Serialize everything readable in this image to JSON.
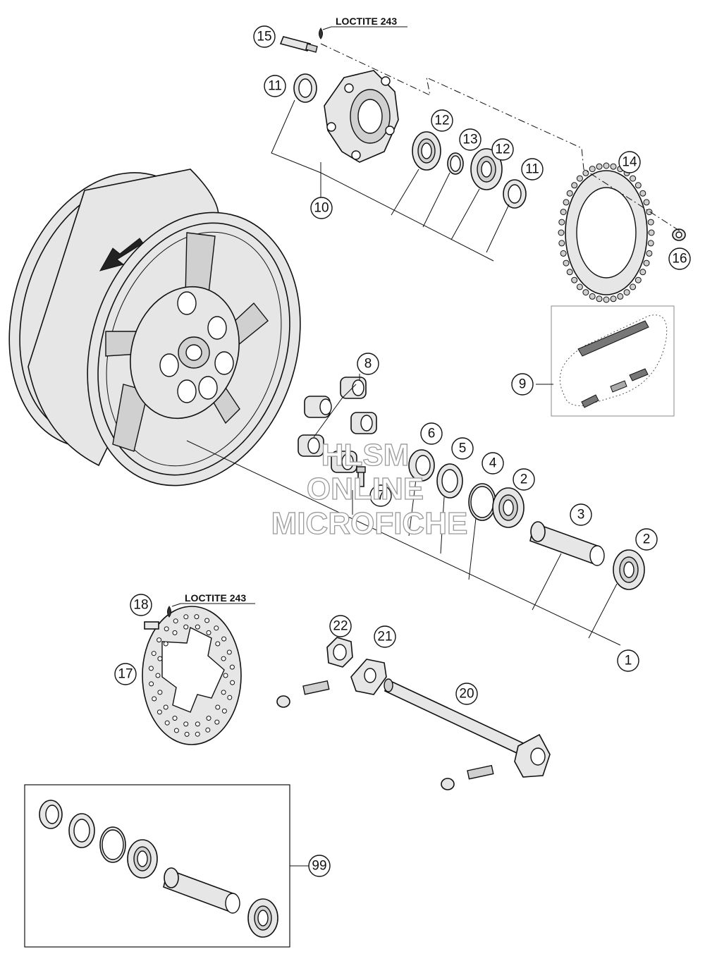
{
  "notes": {
    "loctite_top": "LOCTITE 243",
    "loctite_bottom": "LOCTITE 243"
  },
  "callouts": {
    "c1": "1",
    "c2a": "2",
    "c2b": "2",
    "c3": "3",
    "c4": "4",
    "c5": "5",
    "c6": "6",
    "c7": "7",
    "c8": "8",
    "c9": "9",
    "c10": "10",
    "c11a": "11",
    "c11b": "11",
    "c12a": "12",
    "c12b": "12",
    "c13": "13",
    "c14": "14",
    "c15": "15",
    "c16": "16",
    "c17": "17",
    "c18": "18",
    "c20": "20",
    "c21": "21",
    "c22": "22",
    "c99": "99"
  },
  "watermark": {
    "line1": "HLSM",
    "line2": "ONLINE",
    "line3": "MICROFICHE"
  }
}
